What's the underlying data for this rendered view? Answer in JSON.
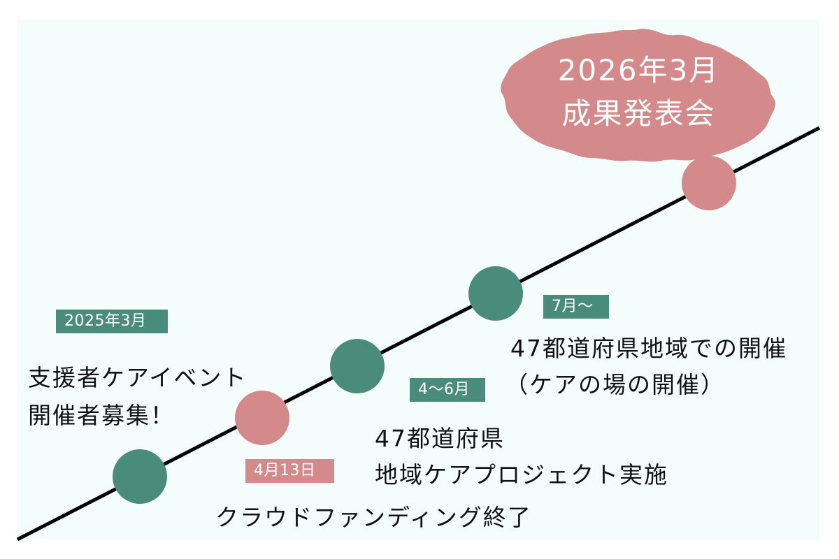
{
  "colors": {
    "background": "#f4fdfb",
    "teal": "#4a8c7c",
    "pink": "#d4898a",
    "line": "#000000",
    "text": "#111111"
  },
  "highlight": {
    "date": "2026年3月",
    "title": "成果発表会"
  },
  "milestones": [
    {
      "id": "m1",
      "date_tag": "2025年3月",
      "tag_color": "teal",
      "description_lines": [
        "支援者ケアイベント",
        "開催者募集！"
      ]
    },
    {
      "id": "m2",
      "date_tag": "4月13日",
      "tag_color": "pink",
      "description_lines": [
        "クラウドファンディング終了"
      ]
    },
    {
      "id": "m3",
      "date_tag": "4〜6月",
      "tag_color": "teal",
      "description_lines": [
        "47都道府県",
        "地域ケアプロジェクト実施"
      ]
    },
    {
      "id": "m4",
      "date_tag": "7月〜",
      "tag_color": "teal",
      "description_lines": [
        "47都道府県地域での開催",
        "（ケアの場の開催）"
      ]
    }
  ],
  "timeline_nodes": [
    {
      "color": "teal"
    },
    {
      "color": "pink"
    },
    {
      "color": "teal"
    },
    {
      "color": "teal"
    },
    {
      "color": "pink"
    }
  ]
}
